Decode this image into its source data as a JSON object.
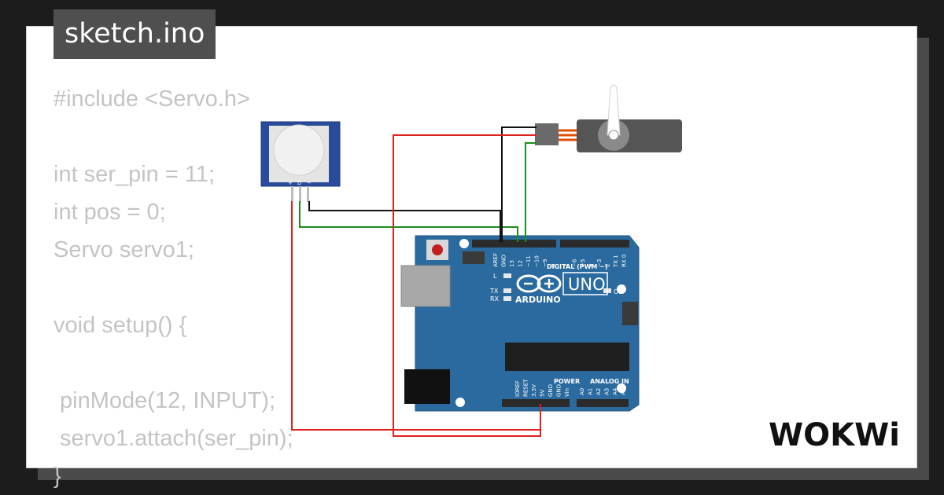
{
  "file_tab": {
    "name": "sketch.ino"
  },
  "code_lines": [
    "#include <Servo.h>",
    "",
    "int ser_pin = 11;",
    "int pos = 0;",
    "Servo servo1;",
    "",
    "void setup() {",
    "",
    " pinMode(12, INPUT);",
    " servo1.attach(ser_pin);",
    "}"
  ],
  "circuit": {
    "pir_sensor": {
      "pins": [
        "+",
        "D",
        "−"
      ]
    },
    "arduino": {
      "model_label": "UNO",
      "brand_label": "ARDUINO",
      "digital_header_label": "DIGITAL (PWM ~)",
      "power_header_label": "POWER",
      "analog_header_label": "ANALOG IN",
      "on_label": "ON",
      "l_label": "L",
      "tx_label": "TX",
      "rx_label": "RX",
      "top_pin_labels": [
        "AREF",
        "GND",
        "13",
        "12",
        "~11",
        "~10",
        "~9",
        "8",
        "7",
        "~6",
        "~5",
        "4",
        "~3",
        "2",
        "TX 1",
        "RX 0"
      ],
      "power_pin_labels": [
        "IOREF",
        "RESET",
        "3.3V",
        "5V",
        "GND",
        "GND",
        "Vin"
      ],
      "analog_pin_labels": [
        "A0",
        "A1",
        "A2",
        "A3",
        "A4",
        "A5"
      ]
    },
    "wire_colors": {
      "power": "#e02020",
      "ground": "#111111",
      "signal": "#1a8f1a"
    },
    "board_color": "#2a6a9e"
  },
  "logo": {
    "text": "WOKWi"
  }
}
